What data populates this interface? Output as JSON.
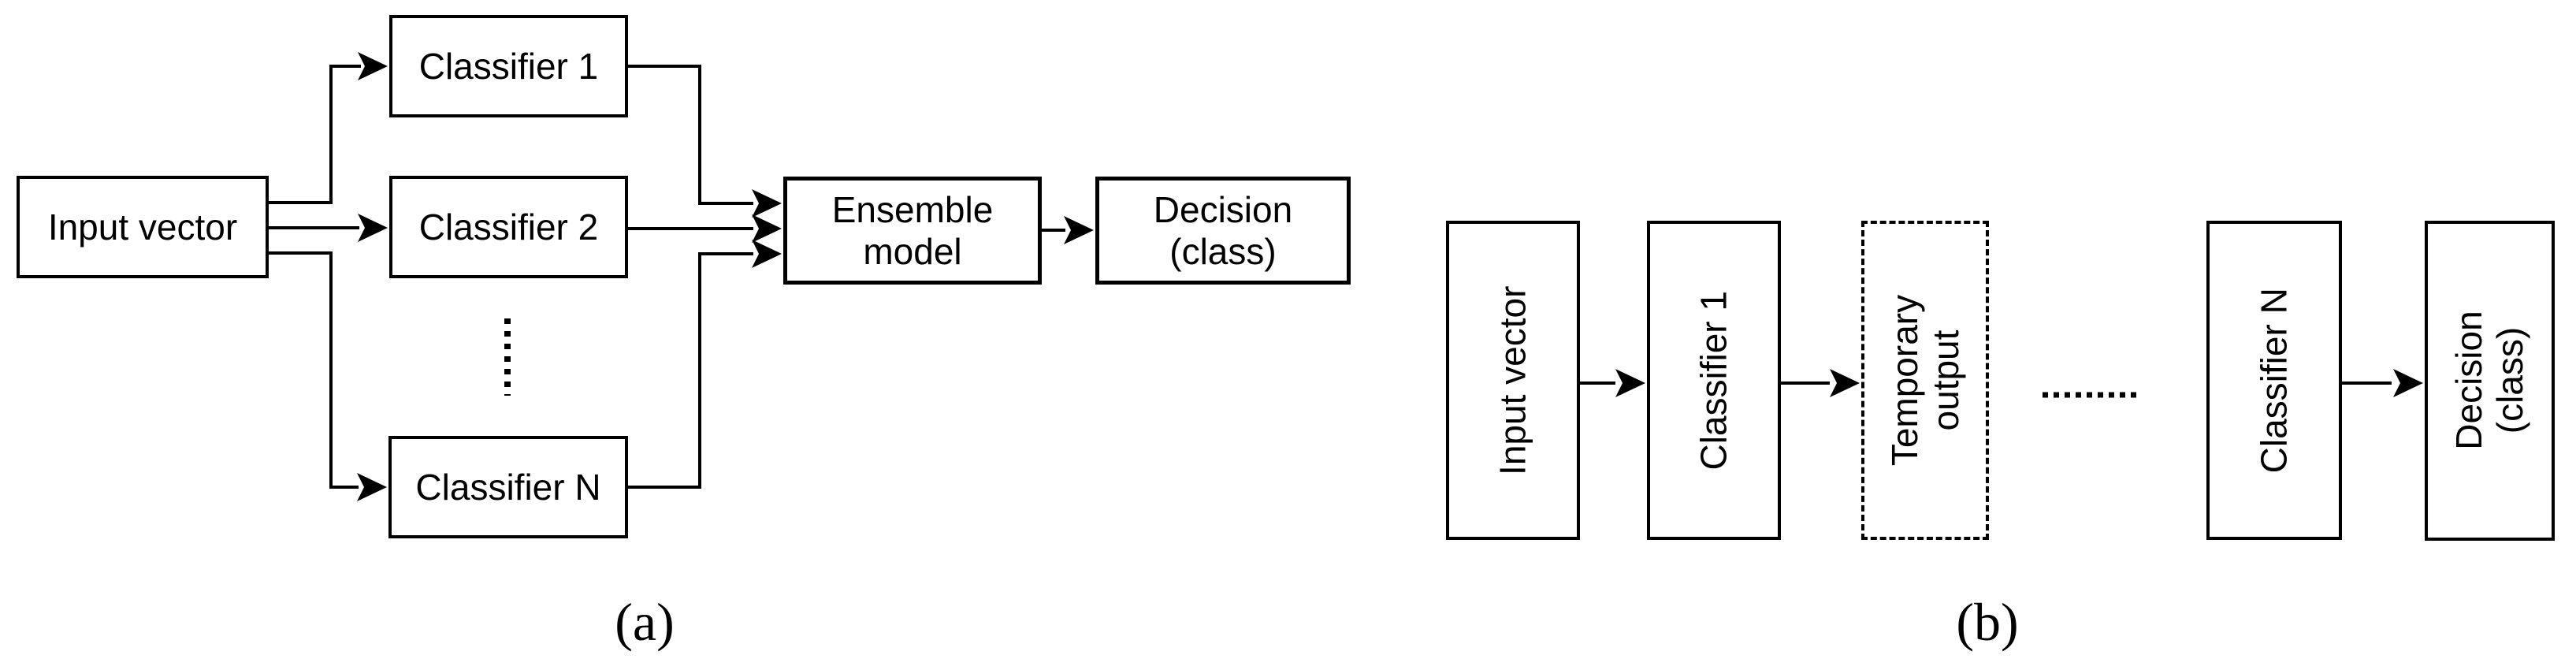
{
  "figure": {
    "background_color": "#ffffff",
    "stroke_color": "#000000",
    "panel_a": {
      "caption": "(a)",
      "boxes": {
        "input_vector": "Input vector",
        "classifier_1": "Classifier 1",
        "classifier_2": "Classifier 2",
        "classifier_n": "Classifier N",
        "ensemble_model": [
          "Ensemble",
          "model"
        ],
        "decision": [
          "Decision",
          "(class)"
        ]
      },
      "edges": [
        {
          "from": "Input vector",
          "to": "Classifier 1"
        },
        {
          "from": "Input vector",
          "to": "Classifier 2"
        },
        {
          "from": "Input vector",
          "to": "Classifier N"
        },
        {
          "from": "Classifier 1",
          "to": "Ensemble model"
        },
        {
          "from": "Classifier 2",
          "to": "Ensemble model"
        },
        {
          "from": "Classifier N",
          "to": "Ensemble model"
        },
        {
          "from": "Ensemble model",
          "to": "Decision (class)"
        }
      ],
      "ellipsis": "vertical dotted line between Classifier 2 and Classifier N"
    },
    "panel_b": {
      "caption": "(b)",
      "boxes": {
        "input_vector": "Input vector",
        "classifier_1": "Classifier 1",
        "temporary_output": [
          "Temporary",
          "output"
        ],
        "classifier_n": "Classifier N",
        "decision": [
          "Decision",
          "(class)"
        ]
      },
      "edges": [
        {
          "from": "Input vector",
          "to": "Classifier 1"
        },
        {
          "from": "Classifier 1",
          "to": "Temporary output"
        },
        {
          "from": "Temporary output",
          "to": "Classifier N",
          "via": "ellipsis"
        },
        {
          "from": "Classifier N",
          "to": "Decision (class)"
        }
      ],
      "ellipsis": "horizontal dotted line between Temporary output and Classifier N"
    }
  }
}
